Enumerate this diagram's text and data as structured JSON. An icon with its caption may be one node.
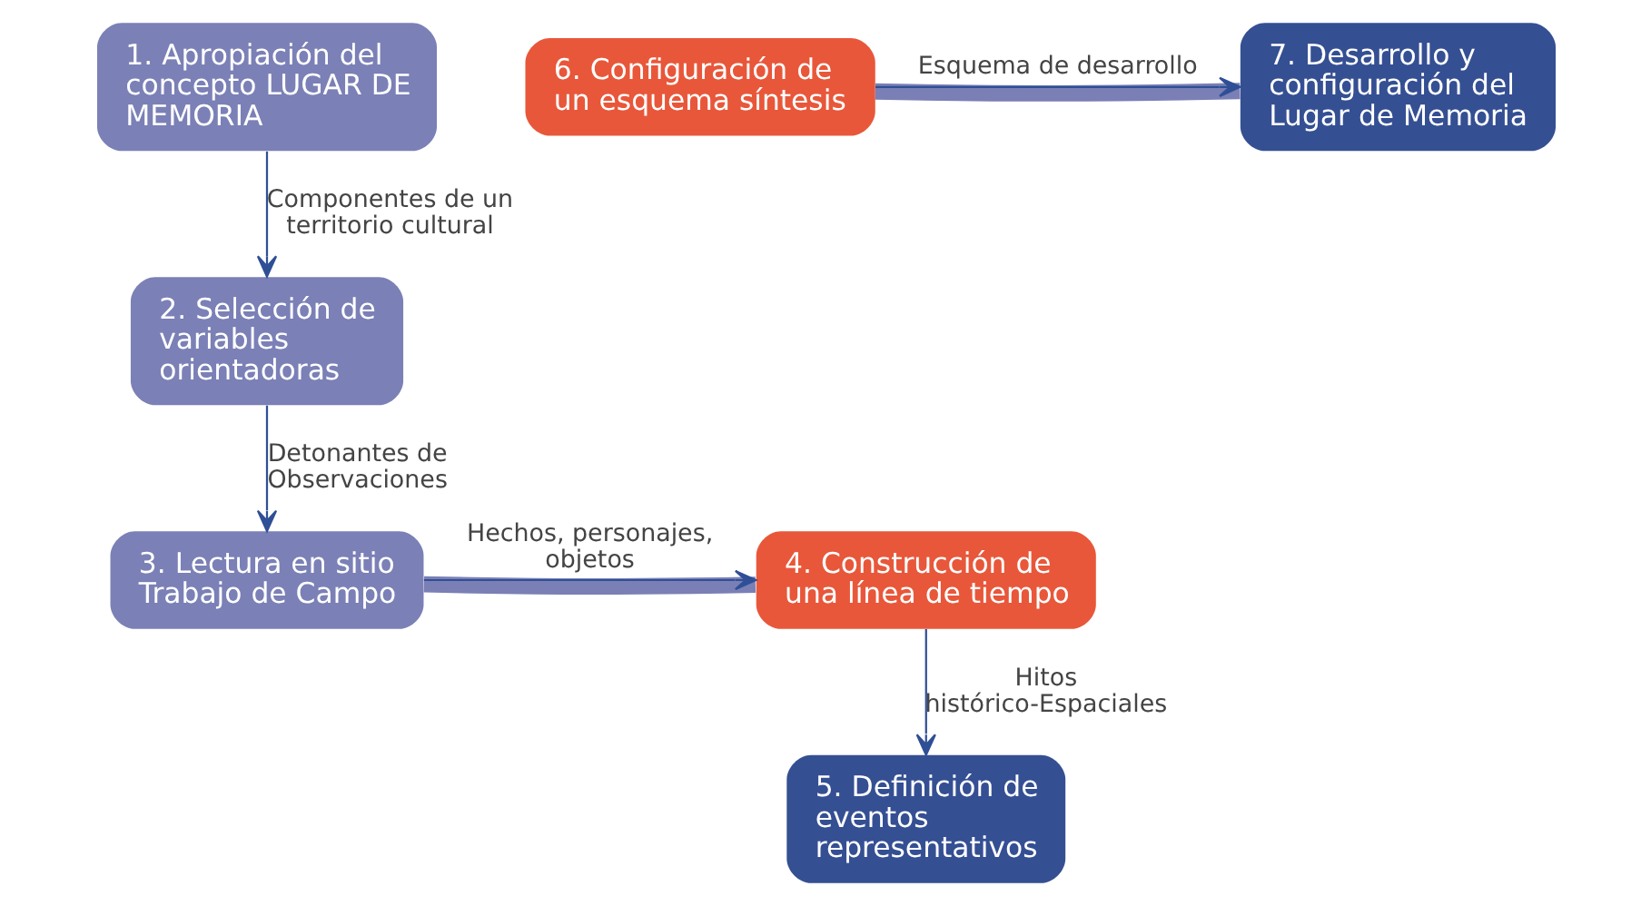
{
  "diagram": {
    "nodes": [
      {
        "text": [
          "1. Apropiación del concepto LUGAR DE MEMORIA"
        ]
      },
      {
        "text": [
          "2. Selección de variables orientadoras"
        ]
      },
      {
        "text": [
          "3. Lectura en sitio Trabajo de Campo"
        ]
      },
      {
        "text": [
          "4. Construcción de una línea de tiempo"
        ]
      },
      {
        "text": [
          "5. Definición de eventos representativos"
        ]
      },
      {
        "text": [
          "6. Configuración de un esquema síntesis"
        ]
      },
      {
        "text": [
          "7. Desarrollo y configuración del Lugar de Memoria"
        ]
      }
    ],
    "edges": [
      {
        "from": 0,
        "to": 1,
        "arrow": "to",
        "label": "Componentes de un territorio cultural"
      },
      {
        "from": 1,
        "to": 2,
        "arrow": "to",
        "label": "Detonantes de Observaciones"
      },
      {
        "from": 2,
        "to": 3,
        "arrow": "none",
        "style": "thick",
        "color": "#7a7fb5"
      },
      {
        "from": 2,
        "to": 3,
        "arrow": "to",
        "label": "Hechos, personajes, objetos"
      },
      {
        "from": 3,
        "to": 4,
        "arrow": "to",
        "label": "Hitos histórico-Espaciales"
      },
      {
        "from": 5,
        "to": 6,
        "arrow": "none",
        "style": "thick",
        "color": "#7a7fb5"
      },
      {
        "from": 5,
        "to": 6,
        "arrow": "to",
        "label": "Esquema de desarrollo"
      }
    ]
  }
}
